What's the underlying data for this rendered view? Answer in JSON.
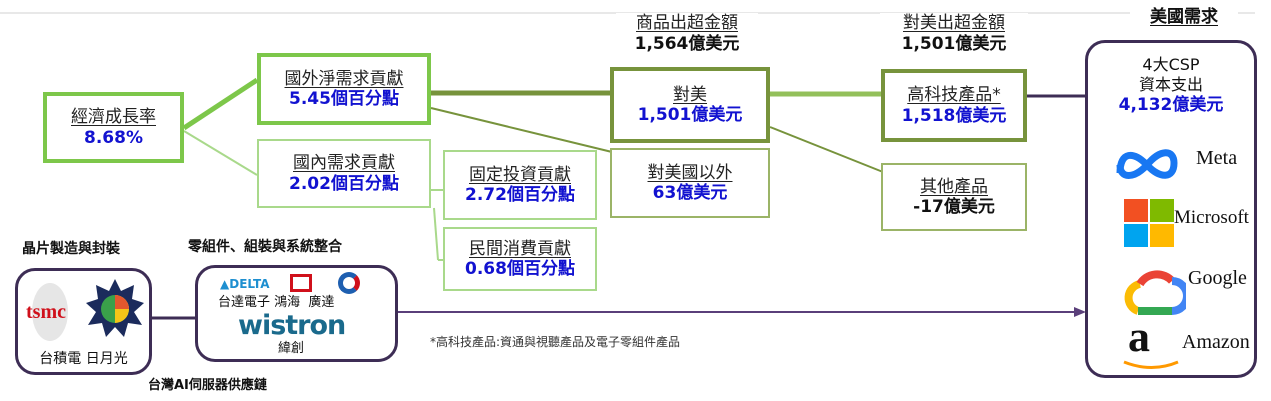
{
  "gdp": {
    "title": "經濟成長率",
    "value": "8.68%"
  },
  "external": {
    "title": "國外淨需求貢獻",
    "value": "5.45個百分點"
  },
  "domestic": {
    "title": "國內需求貢獻",
    "value": "2.02個百分點"
  },
  "fixed_investment": {
    "title": "固定投資貢獻",
    "value": "2.72個百分點"
  },
  "private_consumption": {
    "title": "民間消費貢獻",
    "value": "0.68個百分點"
  },
  "trade_surplus_header": {
    "title": "商品出超金額",
    "value": "1,564億美元"
  },
  "to_us": {
    "title": "對美",
    "value": "1,501億美元"
  },
  "non_us": {
    "title": "對美國以外",
    "value": "63億美元"
  },
  "us_surplus_header": {
    "title": "對美出超金額",
    "value": "1,501億美元"
  },
  "hightech": {
    "title": "高科技產品*",
    "value": "1,518億美元"
  },
  "other_products": {
    "title": "其他產品",
    "value": "-17億美元"
  },
  "us_demand": {
    "header": "美國需求",
    "line1": "4大CSP",
    "line2": "資本支出",
    "value": "4,132億美元",
    "companies": [
      "Meta",
      "Microsoft",
      "Google",
      "Amazon"
    ]
  },
  "supply_chain": {
    "chip_label": "晶片製造與封裝",
    "chip_companies": "台積電 日月光",
    "tsmc_logo": "tsmc",
    "parts_label": "零組件、組裝與系統整合",
    "parts_companies_row": "台達電子 鴻海  廣達",
    "delta_logo": "DELTA",
    "wistron_logo": "wistron",
    "wistron_name": "緯創",
    "caption": "台灣AI伺服器供應鏈"
  },
  "footnote": "*高科技產品:資通與視聽產品及電子零組件產品",
  "colors": {
    "bright_green": "#7dc74a",
    "olive": "#77933c",
    "purple": "#3d2d55",
    "blue_value": "#1212d0"
  }
}
